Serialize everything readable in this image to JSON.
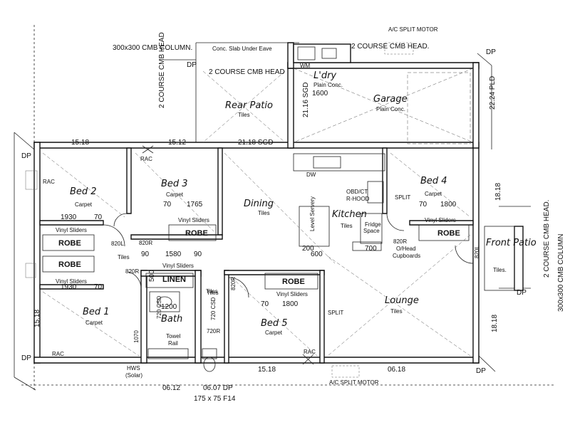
{
  "header": {
    "cmb_column": "300x300 CMB COLUMN.",
    "conc_slab": "Conc. Slab Under Eave",
    "two_course_1": "2 COURSE CMB HEAD.",
    "two_course_2": "2 COURSE CMB HEAD",
    "ac_top": "A/C SPLIT MOTOR",
    "two_course_vert": "2 COURSE CMB HEAD",
    "dp": "DP",
    "pld": "22.24 PLD"
  },
  "rooms": {
    "rear_patio": "Rear Patio",
    "rear_patio_sub": "Tiles",
    "l_dry": "L'dry",
    "l_dry_sub": "Plain Conc.",
    "l_dry_dim": "1600",
    "garage": "Garage",
    "garage_sub": "Plain Conc.",
    "bed2": "Bed 2",
    "bed2_sub": "Carpet",
    "bed3": "Bed 3",
    "bed3_sub": "Carpet",
    "bed4": "Bed 4",
    "bed4_sub": "Carpet",
    "bed1": "Bed 1",
    "bed1_sub": "Carpet",
    "bed5": "Bed 5",
    "bed5_sub": "Carpet",
    "dining": "Dining",
    "dining_sub": "Tiles",
    "kitchen": "Kitchen",
    "kitchen_sub": "Tiles",
    "lounge": "Lounge",
    "lounge_sub": "Tiles",
    "bath": "Bath",
    "bath_sub": "Tiles",
    "front_patio": "Front Patio",
    "front_patio_sub": "Tiles."
  },
  "labels": {
    "robe": "ROBE",
    "linen": "LINEN",
    "vinyl_sliders": "Vinyl Sliders",
    "tiles": "Tiles",
    "rac": "RAC",
    "dw": "DW",
    "split": "SPLIT",
    "obd": "OBD/CT",
    "rhood": "R-HOOD",
    "fridge": "Fridge",
    "space": "Space",
    "level_servery": "Level Servery",
    "ohead": "O/Head",
    "cupboards": "Cupboards",
    "towel": "Towel",
    "rail": "Rail",
    "hws": "HWS",
    "solar": "(Solar)",
    "ac_bottom": "A/C SPLIT MOTOR",
    "lintel": "175 x 75 F14",
    "cmb_right": "300x300 CMB COLUMN",
    "cmb_head_right": "2 COURSE CMB HEAD."
  },
  "dimensions": {
    "d1518_top": "15.18",
    "d1512": "15.12",
    "d2118": "21.18 SGD",
    "d2116": "21.16 SGD",
    "d1818a": "18.18",
    "d1818b": "18.18",
    "d1518_left": "15.18",
    "d1518_bottom": "15.18",
    "d0618": "06.18",
    "d0612": "06.12",
    "d0607": "06.07 DP",
    "d1930a": "1930",
    "d1930b": "1930",
    "d70": "70",
    "d1765": "1765",
    "d1800a": "1800",
    "d1800b": "1800",
    "d1580": "1580",
    "d90": "90",
    "d600": "600",
    "d200": "200",
    "d700": "700",
    "d500": "500",
    "d1200": "1200",
    "d720csd": "720 CSD",
    "d720r": "720R",
    "d820l": "820L",
    "d820r": "820R",
    "d1070": "1070"
  }
}
